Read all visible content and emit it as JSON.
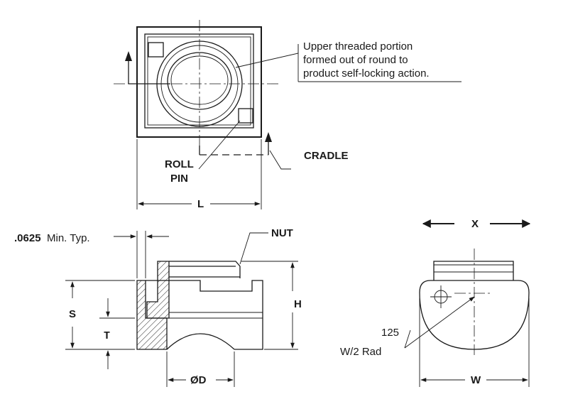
{
  "notes": {
    "out_of_round_lines": [
      "Upper threaded portion",
      "formed out of round to",
      "product self-locking action."
    ]
  },
  "labels": {
    "cradle": "CRADLE",
    "roll": "ROLL",
    "pin": "PIN",
    "length": "L",
    "min_thickness_value": ".0625",
    "min_thickness_text": " Min. Typ.",
    "nut": "NUT",
    "s": "S",
    "t": "T",
    "h": "H",
    "diameter": "ØD",
    "x": "X",
    "w": "W",
    "radius_value": "125",
    "radius_text": "W/2 Rad"
  }
}
